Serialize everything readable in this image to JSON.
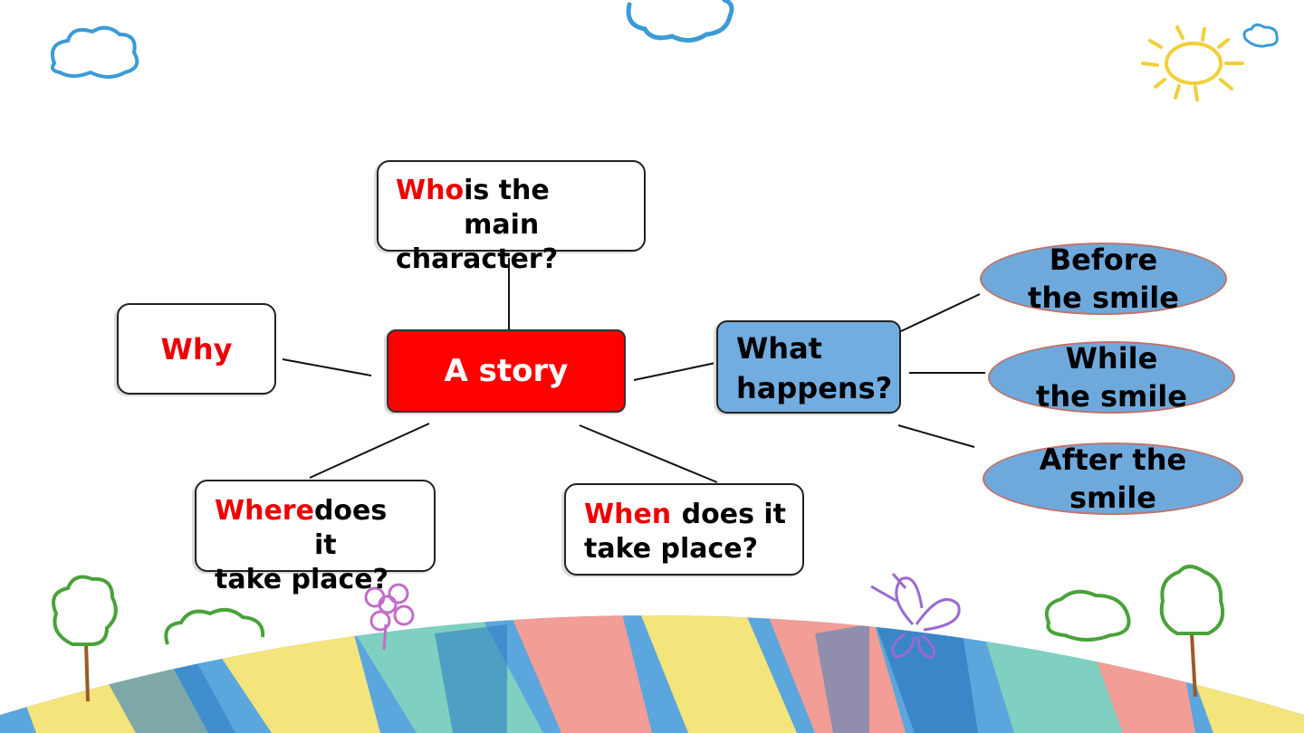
{
  "center": {
    "label": "A story"
  },
  "who": {
    "keyword": "Who",
    "rest_line1": "is the main",
    "line2": "character?"
  },
  "why": {
    "keyword": "Why"
  },
  "where": {
    "keyword": "Where",
    "rest_line1": "does it",
    "line2": "take place?"
  },
  "when": {
    "keyword": "When",
    "rest_line1": "does it",
    "line2": "take place?"
  },
  "what": {
    "line1": "What",
    "line2": "happens?"
  },
  "stages": [
    {
      "line1": "Before",
      "line2": "the smile"
    },
    {
      "line1": "While",
      "line2": "the smile"
    },
    {
      "line1": "After the",
      "line2": "smile"
    }
  ],
  "colors": {
    "center_fill": "#ff0000",
    "keyword": "#ee0000",
    "what_fill": "#71ade0",
    "oval_fill": "#6fa9dc"
  }
}
